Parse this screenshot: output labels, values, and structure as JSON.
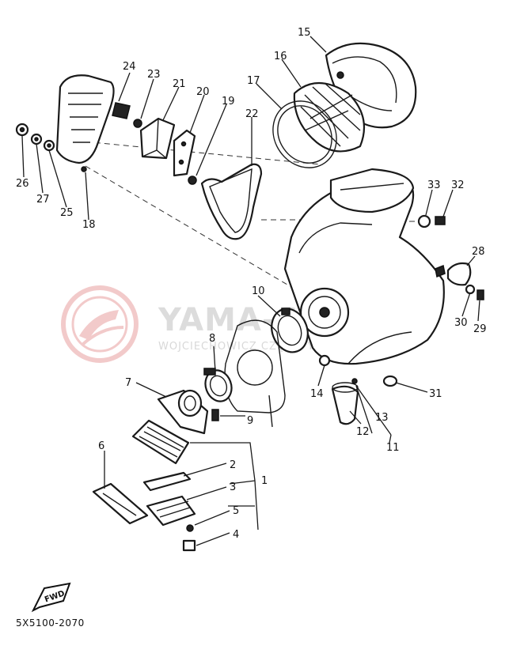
{
  "diagram_code": "5X5100-2070",
  "fwd_label": "FWD",
  "watermark": {
    "main": "YAMA-SHOP.PL",
    "sub": "WOJCIECHOWICZ CZĘŚCI YAMAHA",
    "accent_color": "#e8a0a0"
  },
  "callouts": [
    "1",
    "2",
    "3",
    "4",
    "5",
    "6",
    "7",
    "8",
    "9",
    "10",
    "11",
    "12",
    "13",
    "14",
    "15",
    "16",
    "17",
    "18",
    "19",
    "20",
    "21",
    "22",
    "23",
    "24",
    "25",
    "26",
    "27",
    "28",
    "29",
    "30",
    "31",
    "32",
    "33"
  ]
}
